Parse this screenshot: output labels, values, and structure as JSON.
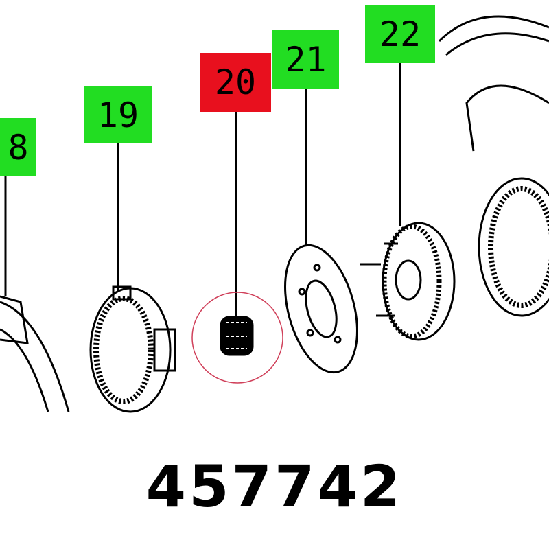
{
  "labels": [
    {
      "id": "18",
      "text": "8",
      "highlight": "green"
    },
    {
      "id": "19",
      "text": "19",
      "highlight": "green"
    },
    {
      "id": "20",
      "text": "20",
      "highlight": "red"
    },
    {
      "id": "21",
      "text": "21",
      "highlight": "green"
    },
    {
      "id": "22",
      "text": "22",
      "highlight": "green"
    }
  ],
  "part_number": "457742",
  "colors": {
    "green": "#22dd22",
    "red": "#e8101e",
    "circle": "#d0405a"
  }
}
